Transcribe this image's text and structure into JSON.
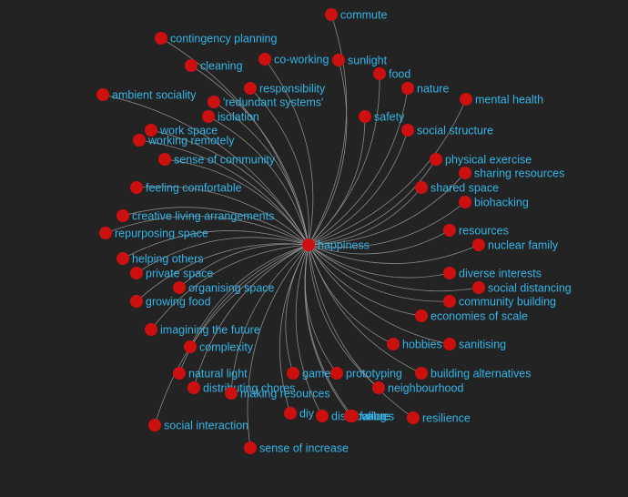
{
  "graph": {
    "center": "happiness",
    "colors": {
      "background": "#232323",
      "node": "#cc0f0f",
      "label": "#35b4e6",
      "edge": "#9a9a9a"
    },
    "nodes": [
      "commute",
      "contingency planning",
      "cleaning",
      "co-working",
      "sunlight",
      "food",
      "nature",
      "mental health",
      "responsibility",
      "ambient sociality",
      "'redundant systems'",
      "isolation",
      "safety",
      "work space",
      "social structure",
      "working remotely",
      "sense of community",
      "physical exercise",
      "sharing resources",
      "feeling comfortable",
      "shared space",
      "biohacking",
      "creative living arrangements",
      "repurposing space",
      "resources",
      "nuclear family",
      "helping others",
      "private space",
      "diverse interests",
      "organising space",
      "social distancing",
      "growing food",
      "community building",
      "economies of scale",
      "imagining the future",
      "complexity",
      "hobbies",
      "sanitising",
      "natural light",
      "games",
      "prototyping",
      "building alternatives",
      "distributing chores",
      "neighbourhood",
      "making resources",
      "diy",
      "distributing",
      "failure",
      "values",
      "resilience",
      "social interaction",
      "sense of increase"
    ]
  }
}
